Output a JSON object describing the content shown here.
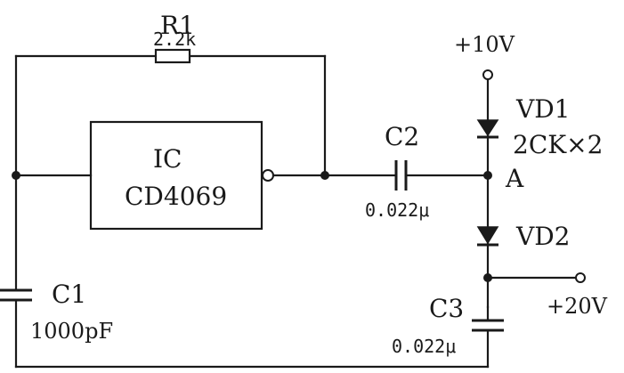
{
  "components": {
    "r1": {
      "name": "R1",
      "value": "2.2k"
    },
    "ic": {
      "name": "IC",
      "part": "CD4069"
    },
    "c1": {
      "name": "C1",
      "value": "1000pF"
    },
    "c2": {
      "name": "C2",
      "value": "0.022μ"
    },
    "c3": {
      "name": "C3",
      "value": "0.022μ"
    },
    "vd1": {
      "name": "VD1",
      "part": "2CK×2"
    },
    "vd2": {
      "name": "VD2"
    }
  },
  "nodes": {
    "a": "A",
    "supply_in": "+10V",
    "supply_out": "+20V"
  }
}
